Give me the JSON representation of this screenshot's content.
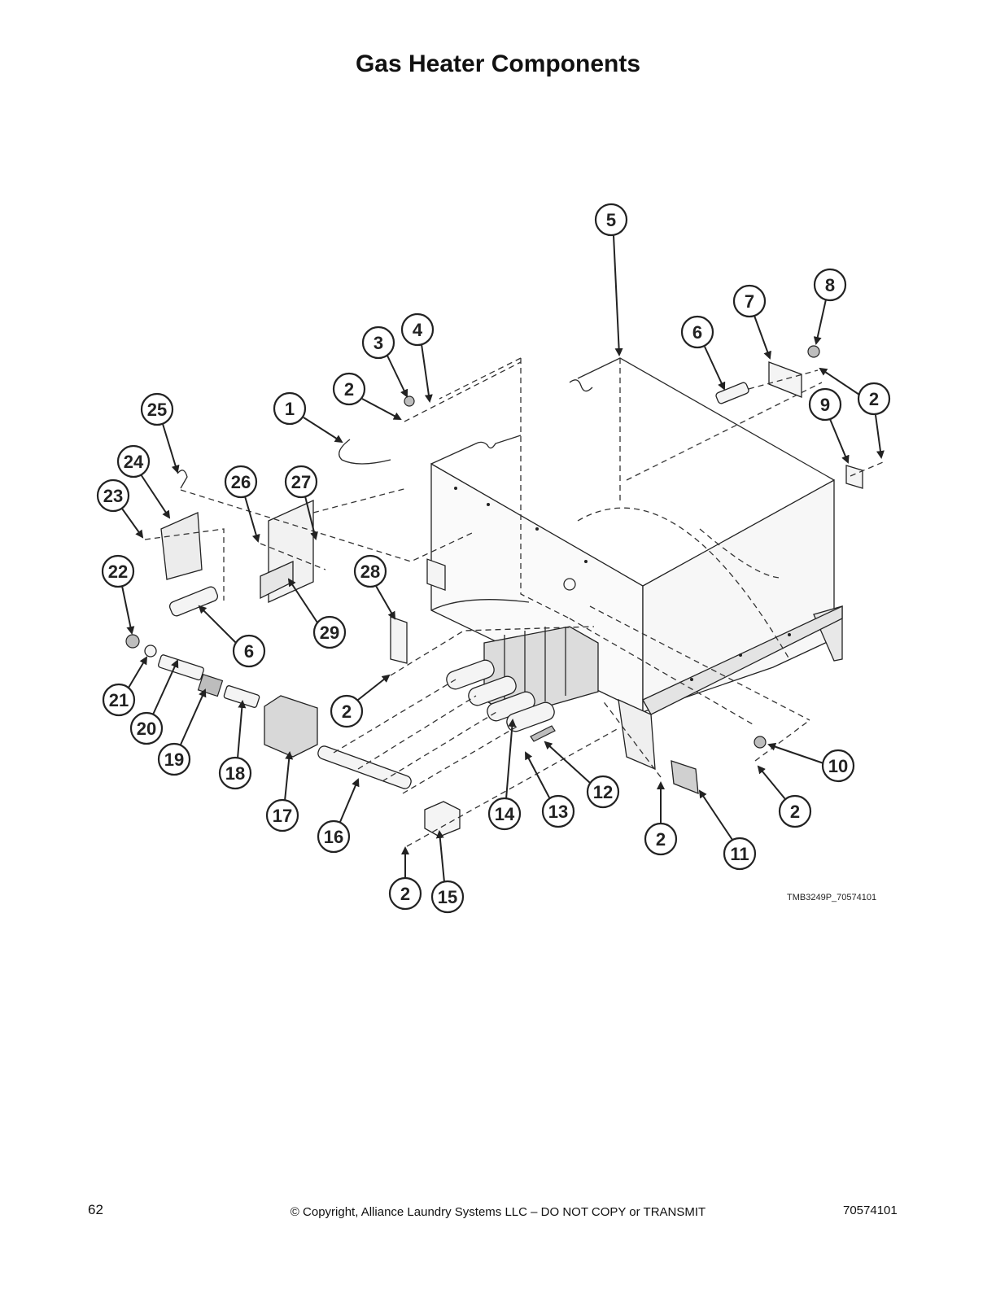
{
  "title": "Gas Heater Components",
  "figure_ref": "TMB3249P_70574101",
  "footer": {
    "page_number": "62",
    "copyright": "© Copyright, Alliance Laundry Systems LLC – DO NOT COPY or TRANSMIT",
    "doc_number": "70574101"
  },
  "callouts": [
    "1",
    "2",
    "3",
    "4",
    "5",
    "6",
    "7",
    "8",
    "9",
    "10",
    "11",
    "12",
    "13",
    "14",
    "15",
    "16",
    "17",
    "18",
    "19",
    "20",
    "21",
    "22",
    "23",
    "24",
    "25",
    "26",
    "27",
    "28",
    "29"
  ]
}
